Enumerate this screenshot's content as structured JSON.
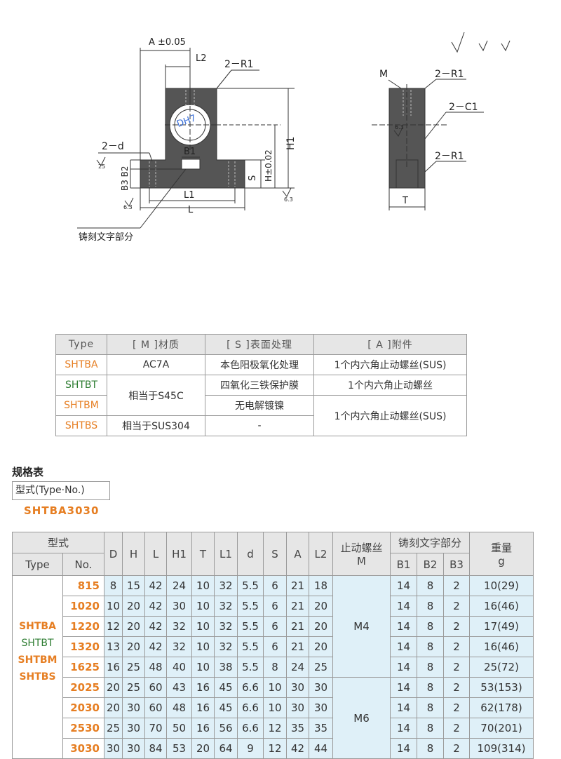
{
  "drawing": {
    "dim_a": "A ±0.05",
    "dim_l2": "L2",
    "r1_label": "2－R1",
    "dh7": "DH7",
    "b1": "B1",
    "d_label": "2－d",
    "h1": "H1",
    "h_tol": "H±0.02",
    "s": "S",
    "b3b2": "B3 B2",
    "l1": "L1",
    "l": "L",
    "rough_25": "25",
    "rough_63": "6.3",
    "engrave_label": "铸刻文字部分",
    "m": "M",
    "r1_side_top": "2－R1",
    "c1": "2－C1",
    "r1_side_bottom": "2－R1",
    "t": "T"
  },
  "material_table": {
    "headers": [
      "Type",
      "[ M ]材质",
      "[ S ]表面处理",
      "[ A ]附件"
    ],
    "types": [
      "SHTBA",
      "SHTBT",
      "SHTBM",
      "SHTBS"
    ],
    "materials": [
      "AC7A",
      "相当于S45C",
      "相当于SUS304"
    ],
    "surfaces": [
      "本色阳极氧化处理",
      "四氧化三铁保护膜",
      "无电解镀镍",
      "-"
    ],
    "attachments": [
      "1个内六角止动螺丝(SUS)",
      "1个内六角止动螺丝",
      "1个内六角止动螺丝(SUS)"
    ]
  },
  "spec": {
    "title": "规格表",
    "type_no_label": "型式(Type·No.)",
    "example": "SHTBA3030"
  },
  "spec_table": {
    "h_type_cn": "型式",
    "h_type": "Type",
    "h_no": "No.",
    "h_D": "D",
    "h_H": "H",
    "h_L": "L",
    "h_H1": "H1",
    "h_T": "T",
    "h_L1": "L1",
    "h_d": "d",
    "h_S": "S",
    "h_A": "A",
    "h_L2": "L2",
    "h_screw": "止动螺丝",
    "h_M": "M",
    "h_engrave": "铸刻文字部分",
    "h_B1": "B1",
    "h_B2": "B2",
    "h_B3": "B3",
    "h_weight": "重量",
    "h_g": "g",
    "types": [
      "SHTBA",
      "SHTBT",
      "SHTBM",
      "SHTBS"
    ],
    "screw_m4": "M4",
    "screw_m6": "M6",
    "rows": [
      {
        "no": "815",
        "D": "8",
        "H": "15",
        "L": "42",
        "H1": "24",
        "T": "10",
        "L1": "32",
        "d": "5.5",
        "S": "6",
        "A": "21",
        "L2": "18",
        "B1": "14",
        "B2": "8",
        "B3": "2",
        "g": "10(29)"
      },
      {
        "no": "1020",
        "D": "10",
        "H": "20",
        "L": "42",
        "H1": "30",
        "T": "10",
        "L1": "32",
        "d": "5.5",
        "S": "6",
        "A": "21",
        "L2": "20",
        "B1": "14",
        "B2": "8",
        "B3": "2",
        "g": "16(46)"
      },
      {
        "no": "1220",
        "D": "12",
        "H": "20",
        "L": "42",
        "H1": "32",
        "T": "10",
        "L1": "32",
        "d": "5.5",
        "S": "6",
        "A": "21",
        "L2": "20",
        "B1": "14",
        "B2": "8",
        "B3": "2",
        "g": "17(49)"
      },
      {
        "no": "1320",
        "D": "13",
        "H": "20",
        "L": "42",
        "H1": "32",
        "T": "10",
        "L1": "32",
        "d": "5.5",
        "S": "6",
        "A": "21",
        "L2": "20",
        "B1": "14",
        "B2": "8",
        "B3": "2",
        "g": "16(46)"
      },
      {
        "no": "1625",
        "D": "16",
        "H": "25",
        "L": "48",
        "H1": "40",
        "T": "10",
        "L1": "38",
        "d": "5.5",
        "S": "8",
        "A": "24",
        "L2": "25",
        "B1": "14",
        "B2": "8",
        "B3": "2",
        "g": "25(72)"
      },
      {
        "no": "2025",
        "D": "20",
        "H": "25",
        "L": "60",
        "H1": "43",
        "T": "16",
        "L1": "45",
        "d": "6.6",
        "S": "10",
        "A": "30",
        "L2": "30",
        "B1": "14",
        "B2": "8",
        "B3": "2",
        "g": "53(153)"
      },
      {
        "no": "2030",
        "D": "20",
        "H": "30",
        "L": "60",
        "H1": "48",
        "T": "16",
        "L1": "45",
        "d": "6.6",
        "S": "10",
        "A": "30",
        "L2": "30",
        "B1": "14",
        "B2": "8",
        "B3": "2",
        "g": "62(178)"
      },
      {
        "no": "2530",
        "D": "25",
        "H": "30",
        "L": "70",
        "H1": "50",
        "T": "16",
        "L1": "56",
        "d": "6.6",
        "S": "12",
        "A": "35",
        "L2": "35",
        "B1": "14",
        "B2": "8",
        "B3": "2",
        "g": "70(201)"
      },
      {
        "no": "3030",
        "D": "30",
        "H": "30",
        "L": "84",
        "H1": "53",
        "T": "20",
        "L1": "64",
        "d": "9",
        "S": "12",
        "A": "42",
        "L2": "44",
        "B1": "14",
        "B2": "8",
        "B3": "2",
        "g": "109(314)"
      }
    ]
  }
}
